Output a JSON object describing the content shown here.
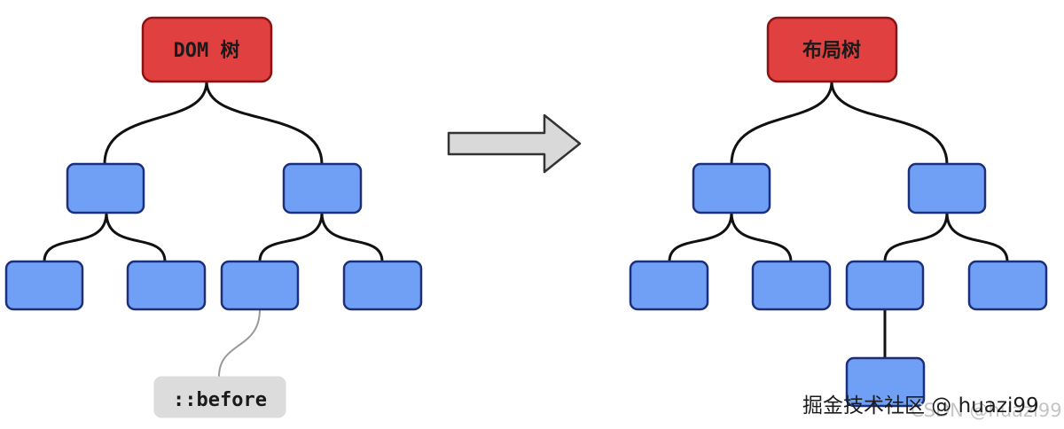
{
  "left_tree": {
    "root_label": "DOM 树",
    "pseudo_label": "::before"
  },
  "right_tree": {
    "root_label": "布局树"
  },
  "watermark": {
    "main": "掘金技术社区 @ huazi99",
    "faint": "CSDN @huazi99"
  },
  "colors": {
    "root_fill": "#e0403f",
    "root_stroke": "#8b1212",
    "node_fill": "#6fa0f5",
    "node_stroke": "#1d2f7a",
    "pseudo_fill": "#dcdcdc",
    "connector": "#111111",
    "pseudo_connector": "#999999",
    "arrow_fill": "#d9d9d9",
    "arrow_stroke": "#333333"
  }
}
